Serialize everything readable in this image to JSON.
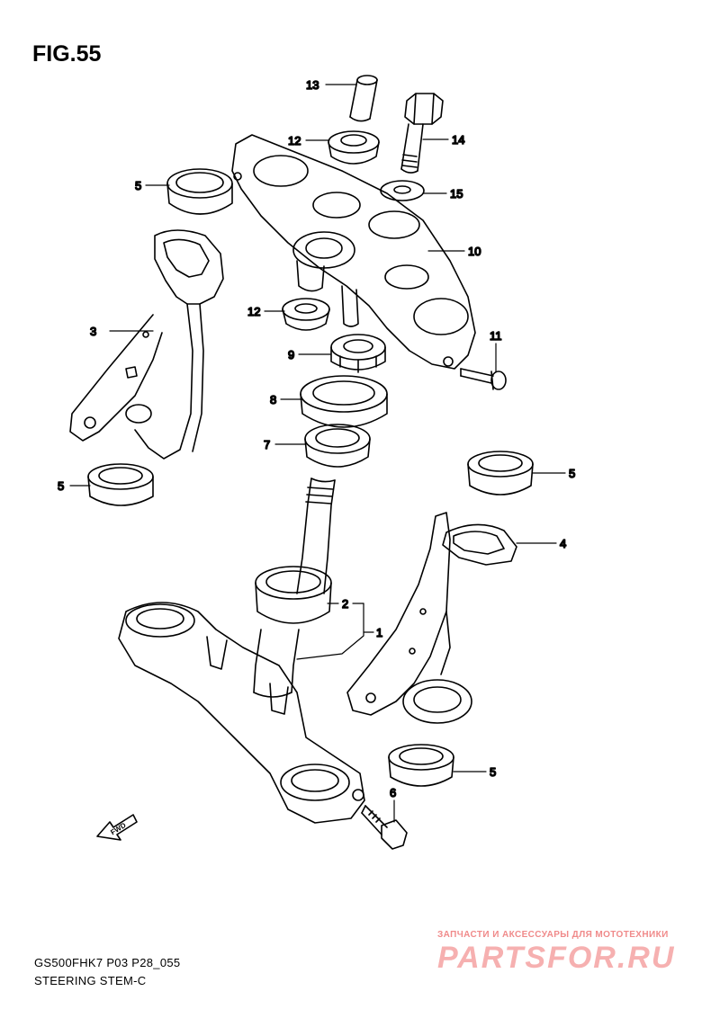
{
  "figure": {
    "title": "FIG.55",
    "model_code": "GS500FHK7 P03 P28_055",
    "section_title": "STEERING STEM-C"
  },
  "fwd_label": "FWD",
  "callouts": [
    "13",
    "12",
    "14",
    "5",
    "15",
    "10",
    "3",
    "12",
    "11",
    "9",
    "8",
    "7",
    "5",
    "5",
    "4",
    "2",
    "1",
    "5",
    "6"
  ],
  "watermark": {
    "tagline": "ЗАПЧАСТИ И АКСЕССУАРЫ ДЛЯ МОТОТЕХНИКИ",
    "logo": "PARTSFOR.RU"
  },
  "colors": {
    "line": "#000000",
    "watermark_text": "#f08a8a",
    "watermark_logo": "#f6b0b0"
  }
}
